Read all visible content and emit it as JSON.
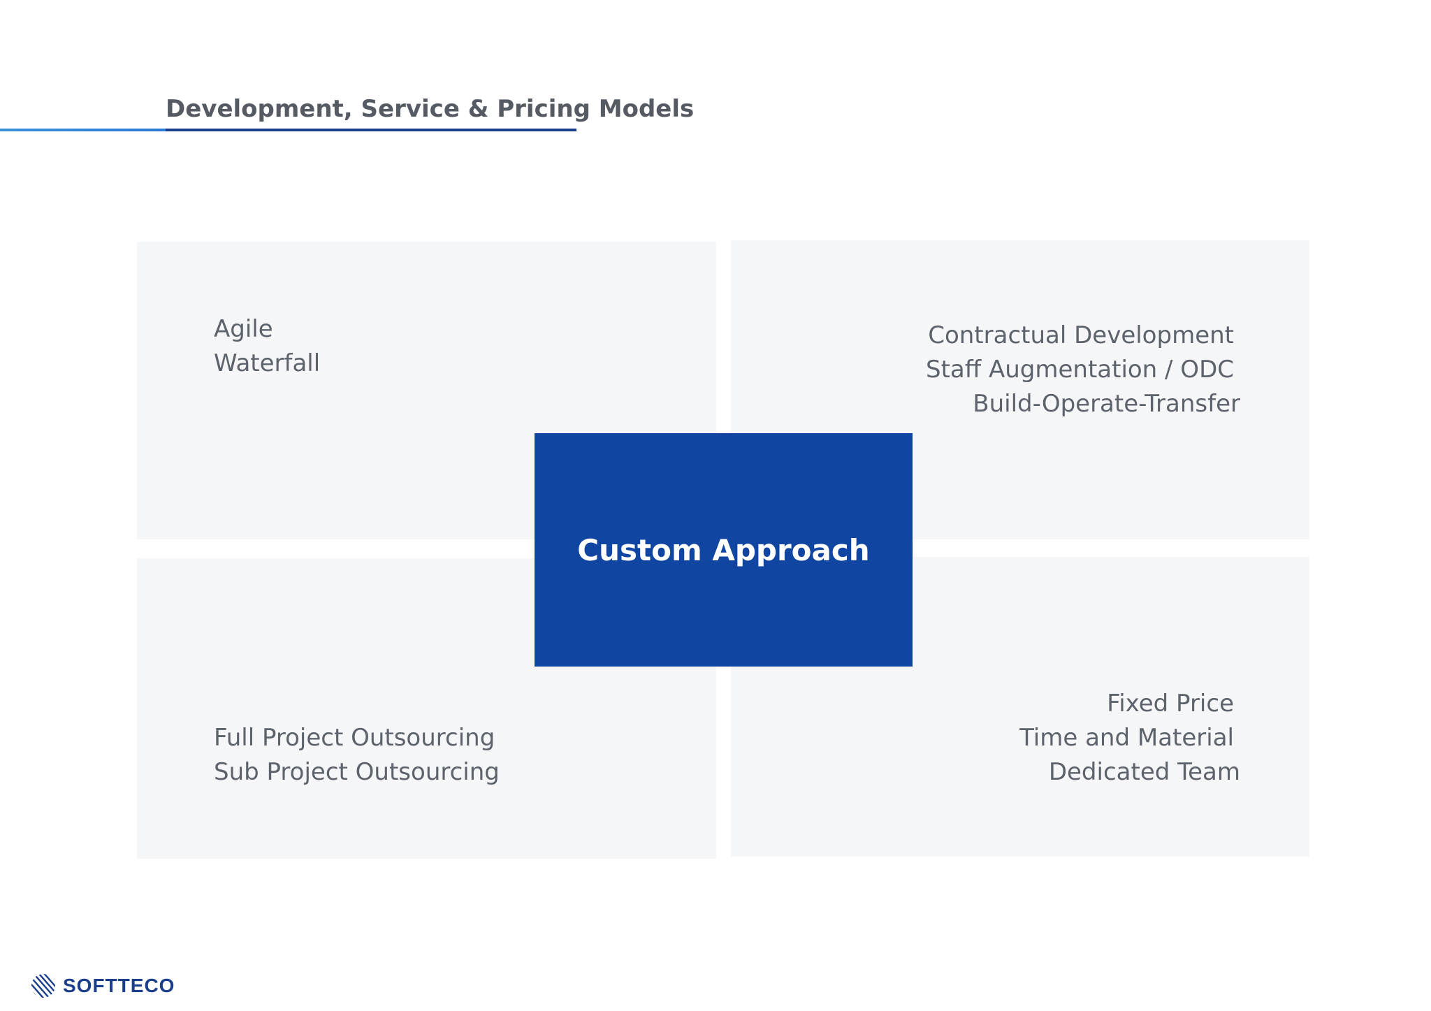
{
  "header": {
    "title": "Development, Service & Pricing Models"
  },
  "quadrants": {
    "top_left": [
      "Agile",
      "Waterfall"
    ],
    "top_right": [
      "Contractual Development",
      "Staff Augmentation / ODC",
      "Build-Operate-Transfer"
    ],
    "bottom_left": [
      "Full Project Outsourcing",
      "Sub Project Outsourcing"
    ],
    "bottom_right": [
      "Fixed Price",
      "Time and Material",
      "Dedicated Team"
    ]
  },
  "center": {
    "label": "Custom Approach"
  },
  "footer": {
    "logo_text": "SOFTTECO"
  },
  "colors": {
    "accent_blue": "#1045a1",
    "title_underline": "#1a3e8c",
    "panel_background": "#f5f6f7",
    "text_gray": "#5d636c"
  }
}
